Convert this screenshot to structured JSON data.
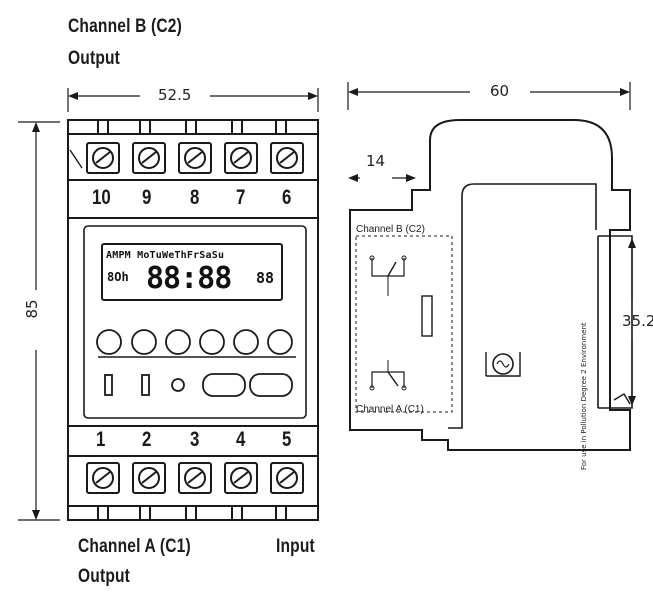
{
  "labels": {
    "channel_b_top_line1": "Channel B (C2)",
    "channel_b_top_line2": "Output",
    "channel_a_bottom_line1": "Channel A (C1)",
    "channel_a_bottom_line2": "Output",
    "input": "Input"
  },
  "dimensions": {
    "front_width": "52.5",
    "front_height": "85",
    "side_width": "60",
    "rail_offset": "14",
    "rail_height": "35.2"
  },
  "terminals_top": [
    "10",
    "9",
    "8",
    "7",
    "6"
  ],
  "terminals_bottom": [
    "1",
    "2",
    "3",
    "4",
    "5"
  ],
  "lcd": {
    "days": "AMPM MoTuWeThFrSaSu",
    "time": "88:88",
    "left_small": "8Oh",
    "right_small": "88"
  },
  "side_panel": {
    "channel_b": "Channel B (C2)",
    "channel_a": "Channel A (C1)",
    "vertical_note": "For use in Pollution Degree 2 Environment"
  }
}
